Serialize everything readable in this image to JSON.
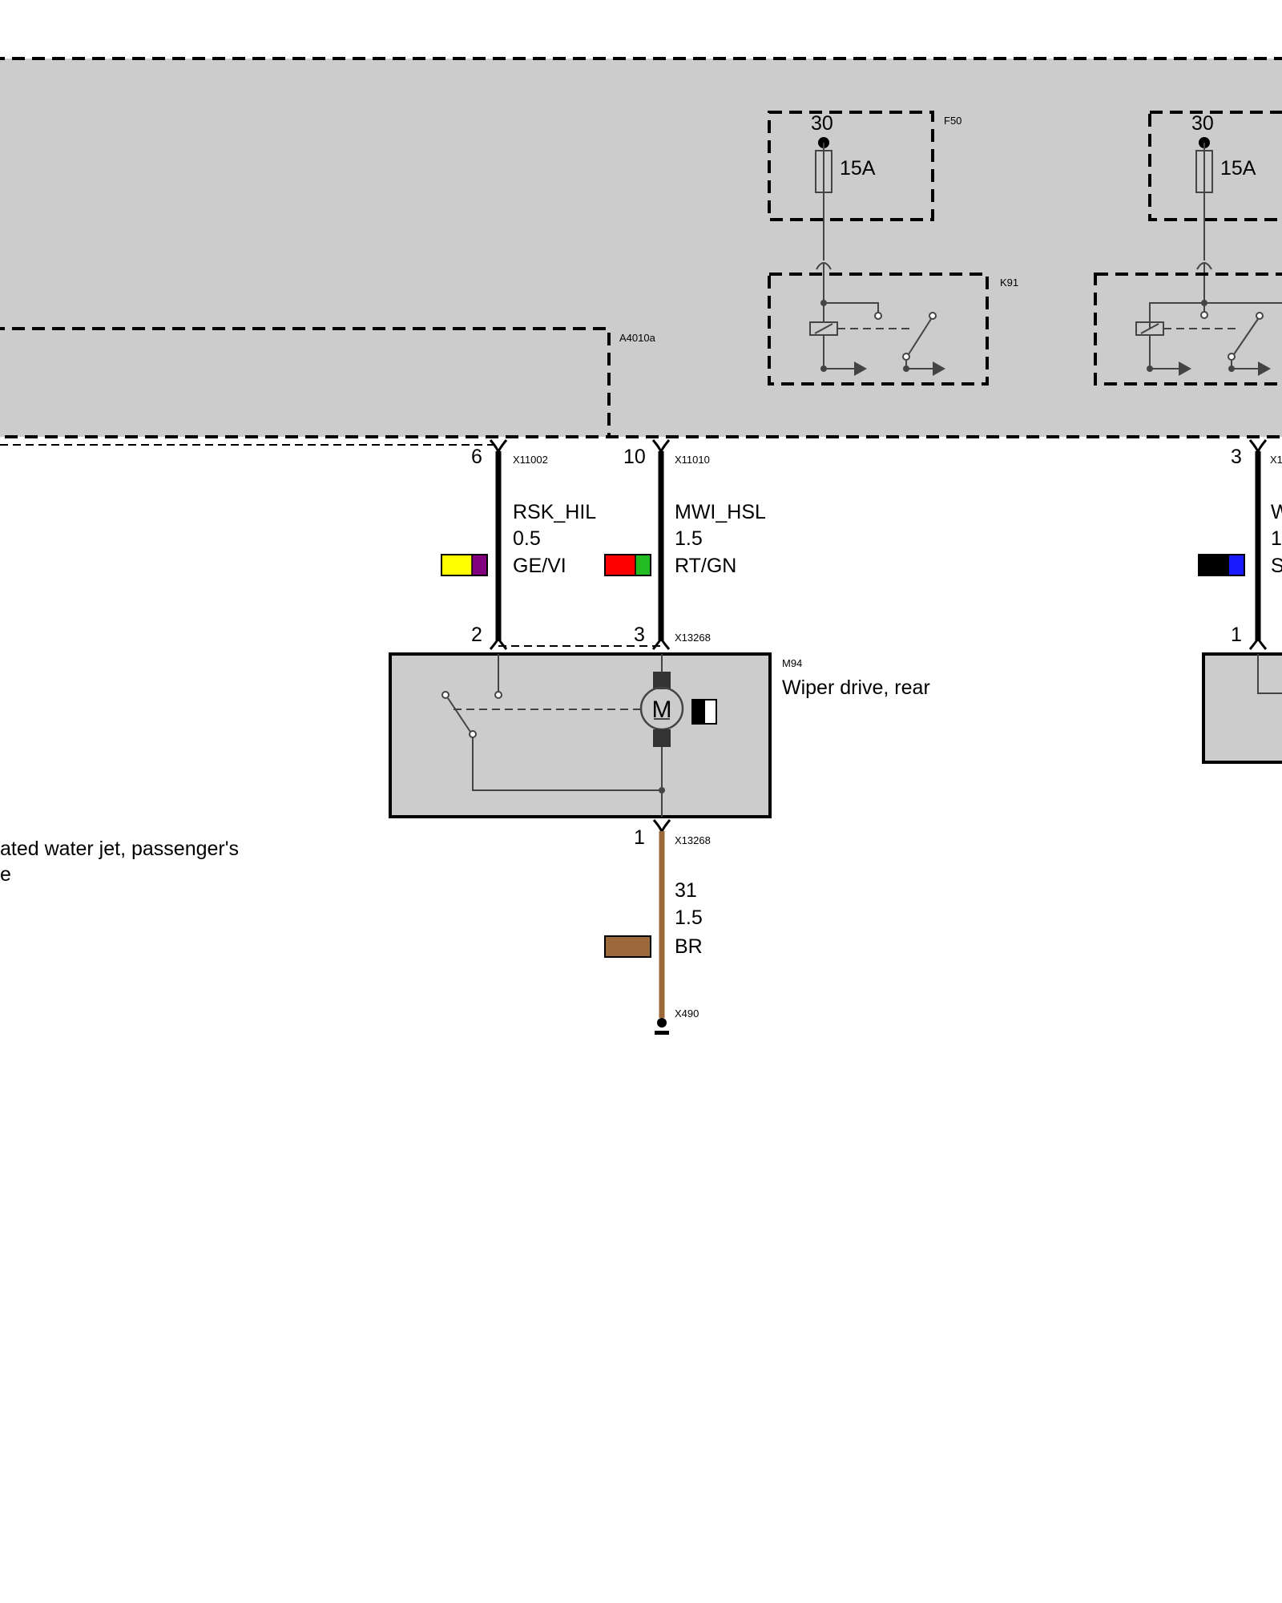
{
  "module": {
    "fuse1": {
      "terminal": "30",
      "rating": "15A",
      "id": "F50"
    },
    "fuse2": {
      "terminal": "30",
      "rating": "15A"
    },
    "relay1": {
      "id": "K91"
    },
    "sub_module": {
      "id": "A4010a"
    }
  },
  "wires": [
    {
      "top_pin": "6",
      "top_connector": "X11002",
      "signal": "RSK_HIL",
      "cross_section": "0.5",
      "color_code": "GE/VI",
      "colors": [
        "#ffff00",
        "#800080"
      ],
      "bottom_pin": "2"
    },
    {
      "top_pin": "10",
      "top_connector": "X11010",
      "signal": "MWI_HSL",
      "cross_section": "1.5",
      "color_code": "RT/GN",
      "colors": [
        "#ff0000",
        "#22bb22"
      ],
      "bottom_pin": "3",
      "bottom_connector": "X13268"
    },
    {
      "top_pin": "3",
      "top_connector": "X1",
      "signal": "W",
      "cross_section": "1",
      "color_code": "S",
      "colors": [
        "#000000",
        "#1a1aff"
      ],
      "bottom_pin": "1"
    }
  ],
  "motor": {
    "id": "M94",
    "name": "Wiper drive, rear",
    "symbol": "M"
  },
  "ground_wire": {
    "pin": "1",
    "connector": "X13268",
    "signal": "31",
    "cross_section": "1.5",
    "color_code": "BR",
    "color": "#9c6a3a",
    "ground_connector": "X490"
  },
  "left_component": {
    "line1": "ated water jet, passenger's",
    "line2": "e"
  }
}
